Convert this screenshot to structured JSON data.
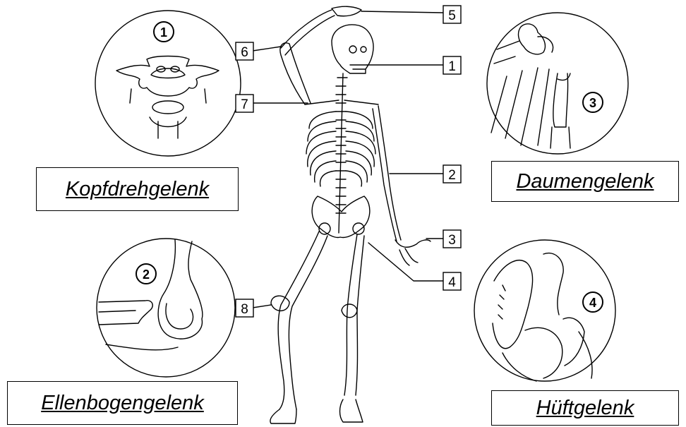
{
  "joints": [
    {
      "number": "1",
      "name": "Kopfdrehgelenk"
    },
    {
      "number": "2",
      "name": "Ellenbogengelenk"
    },
    {
      "number": "3",
      "name": "Daumengelenk"
    },
    {
      "number": "4",
      "name": "Hüftgelenk"
    }
  ],
  "callouts": [
    "1",
    "2",
    "3",
    "4",
    "5",
    "6",
    "7",
    "8"
  ],
  "colors": {
    "line": "#000000",
    "background": "#ffffff"
  }
}
